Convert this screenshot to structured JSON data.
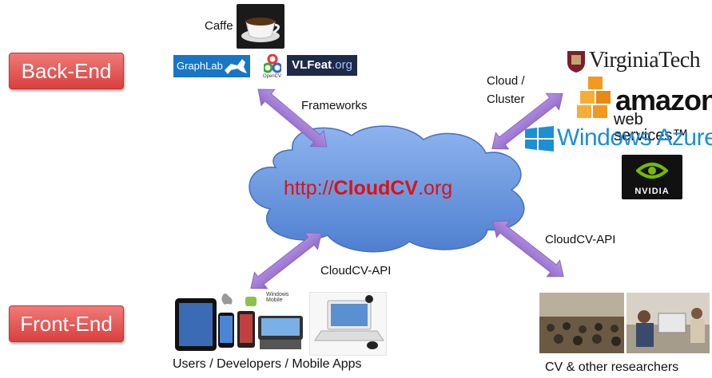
{
  "labels": {
    "back_end": "Back-End",
    "front_end": "Front-End",
    "frameworks": "Frameworks",
    "cloud_cluster_line1": "Cloud /",
    "cloud_cluster_line2": "Cluster",
    "api_left": "CloudCV-API",
    "api_right": "CloudCV-API",
    "url_prefix": "http://",
    "url_brand": "CloudCV",
    "url_suffix": ".org",
    "users_caption": "Users / Developers / Mobile Apps",
    "researchers_caption": "CV & other researchers"
  },
  "frameworks_logos": {
    "caffe": "Caffe",
    "graphlab": "GraphLab",
    "opencv": "OpenCV",
    "vlfeat_main": "VLFeat",
    "vlfeat_suffix": ".org"
  },
  "cloud_logos": {
    "virginia_tech": "VirginiaTech",
    "amazon": "amazon",
    "aws": "web services™",
    "windows_azure": "Windows Azure",
    "nvidia": "NVIDIA"
  },
  "device_logos": {
    "windows_mobile": "Windows Mobile"
  },
  "colors": {
    "tag_red": "#d9403e",
    "cloud_blue": "#6f9ce0",
    "arrow_purple": "#a37fd6",
    "url_red": "#e01010",
    "azure_blue": "#1c8fd6",
    "aws_orange": "#f29a1f"
  }
}
